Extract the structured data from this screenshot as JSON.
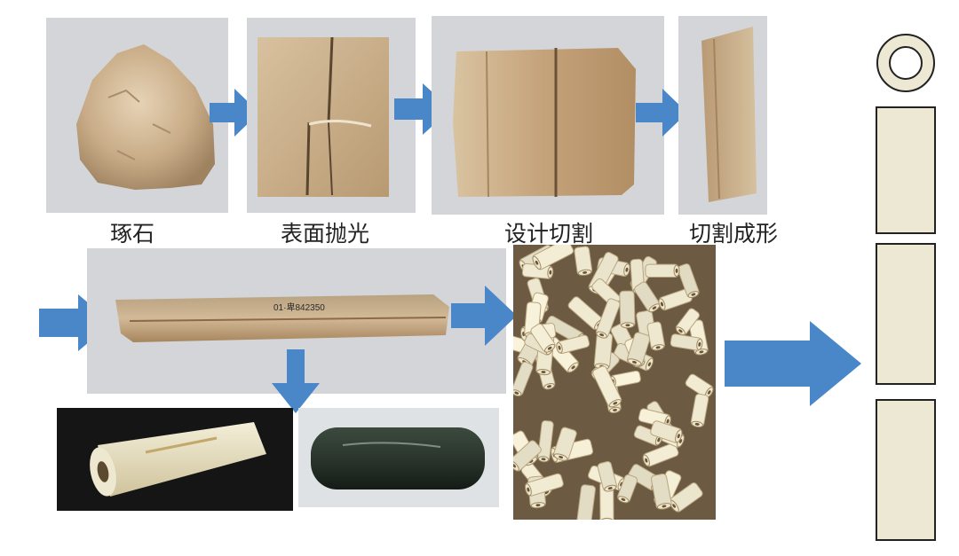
{
  "steps": [
    {
      "label": "琢石"
    },
    {
      "label": "表面抛光"
    },
    {
      "label": "设计切割"
    },
    {
      "label": "切割成形"
    }
  ],
  "bar_inscription": "01·卑842350",
  "colors": {
    "arrow": "#4a87c8",
    "panel_bg": "#d3d5d8",
    "stone": "#c9b394",
    "bead": "#f0ead4",
    "diagram_fill": "#ede8d3"
  }
}
